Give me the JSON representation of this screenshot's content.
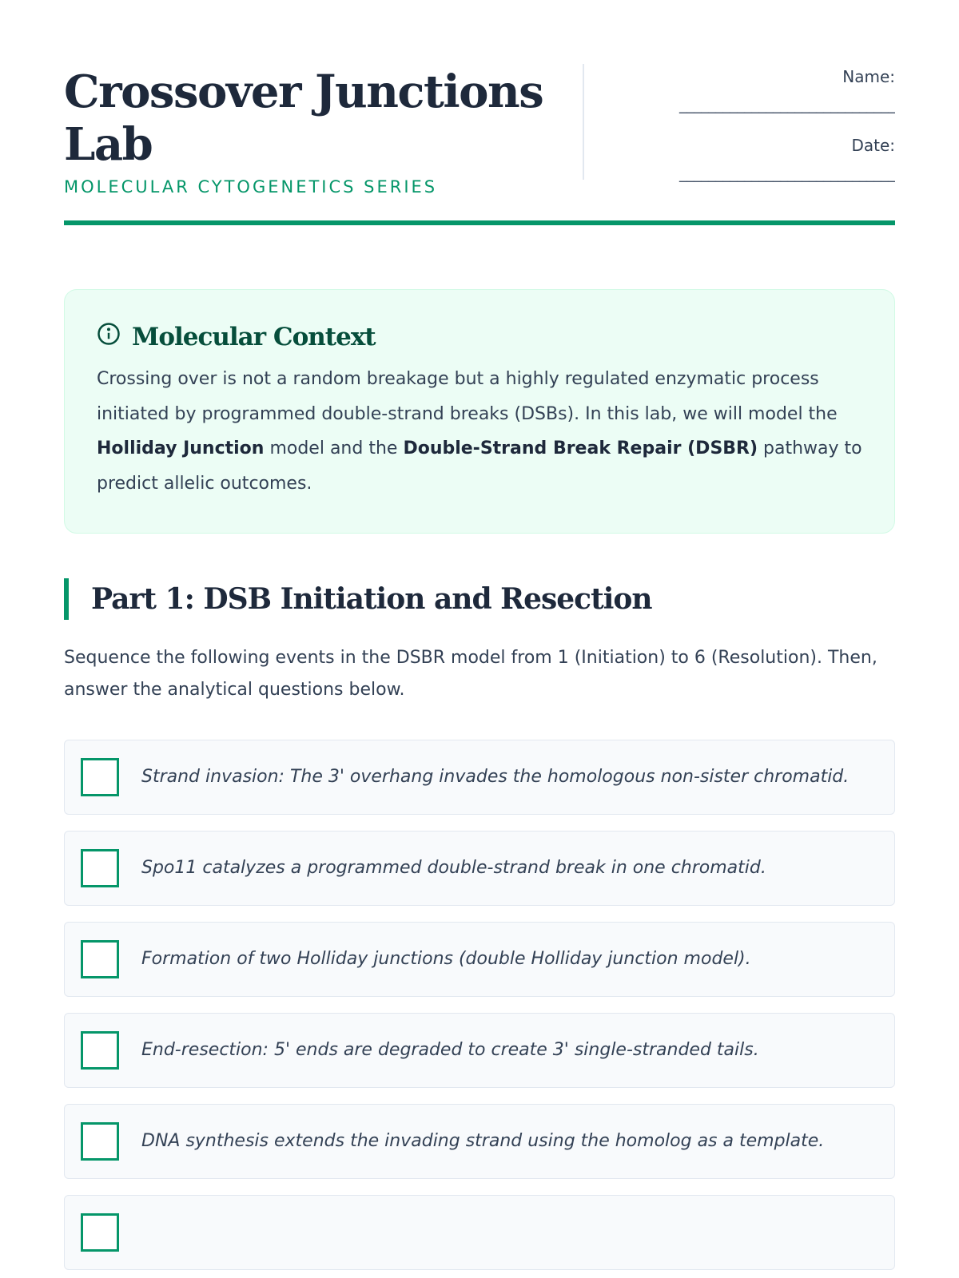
{
  "header": {
    "title": "Crossover Junctions Lab",
    "subtitle": "MOLECULAR CYTOGENETICS SERIES",
    "name_label": "Name:",
    "date_label": "Date:",
    "blank_line": "______________________________"
  },
  "context": {
    "heading": "Molecular Context",
    "icon": "info-icon",
    "text_1": "Crossing over is not a random breakage but a highly regulated enzymatic process initiated by programmed double-strand breaks (DSBs). In this lab, we will model the ",
    "bold_1": "Holliday Junction",
    "text_2": " model and the ",
    "bold_2": "Double-Strand Break Repair (DSBR)",
    "text_3": " pathway to predict allelic outcomes."
  },
  "part1": {
    "heading": "Part 1: DSB Initiation and Resection",
    "instructions": "Sequence the following events in the DSBR model from 1 (Initiation) to 6 (Resolution). Then, answer the analytical questions below.",
    "items": [
      "Strand invasion: The 3' overhang invades the homologous non-sister chromatid.",
      "Spo11 catalyzes a programmed double-strand break in one chromatid.",
      "Formation of two Holliday junctions (double Holliday junction model).",
      "End-resection: 5' ends are degraded to create 3' single-stranded tails.",
      "DNA synthesis extends the invading strand using the homolog as a template.",
      ""
    ]
  },
  "colors": {
    "accent": "#059669",
    "context_bg": "#ecfdf5"
  }
}
